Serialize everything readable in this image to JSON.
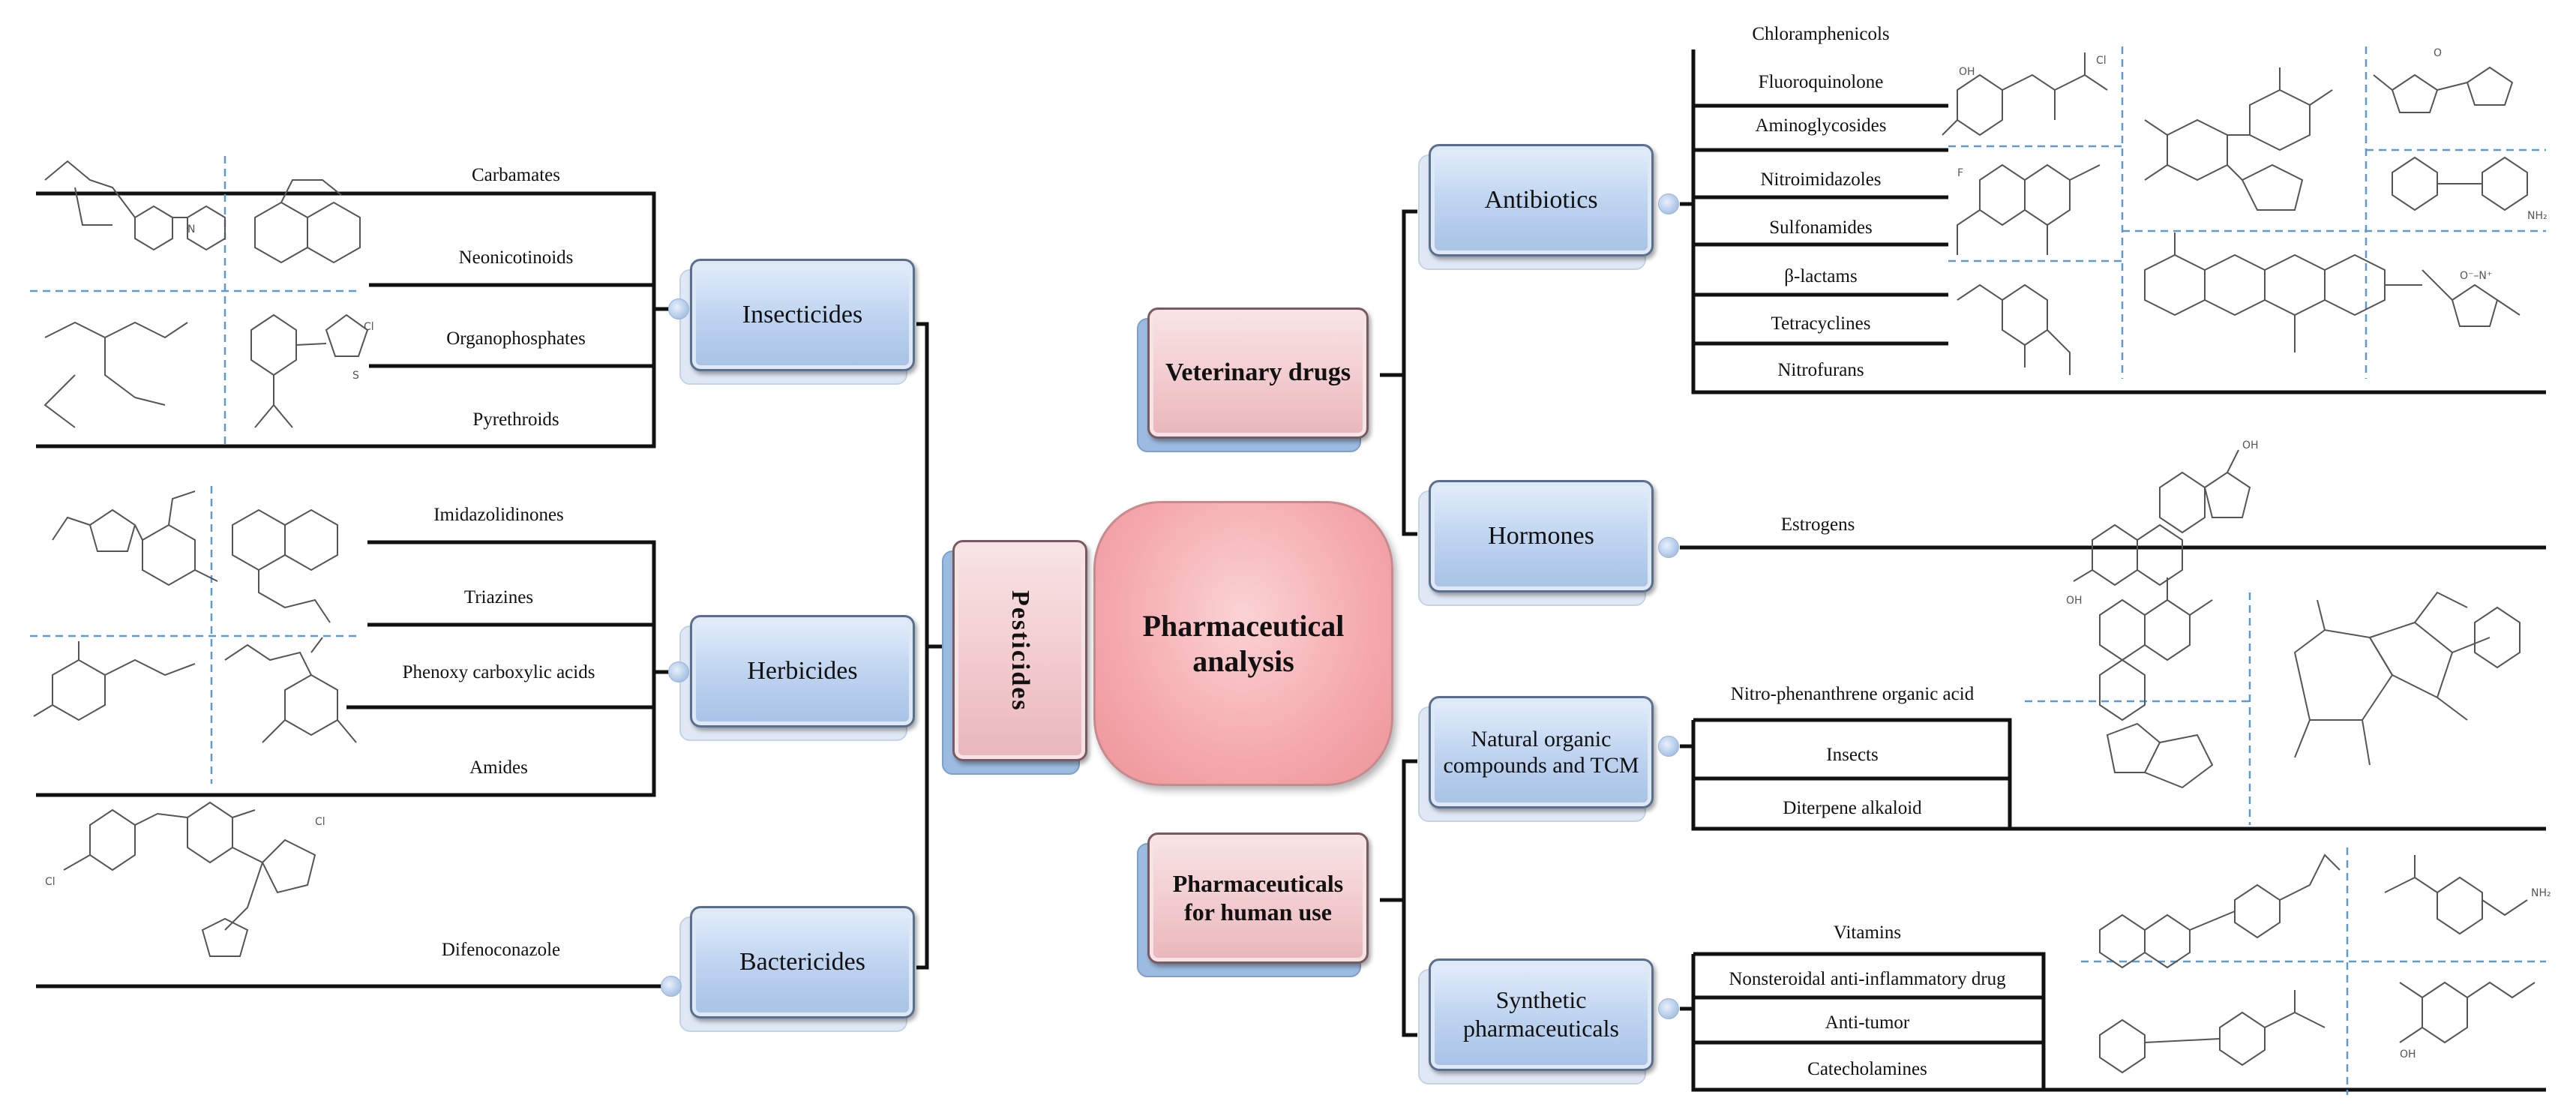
{
  "center": "Pharmaceutical analysis",
  "branches": {
    "pesticides": "Pesticides",
    "veterinary": "Veterinary drugs",
    "human": "Pharmaceuticals for human use"
  },
  "categories": {
    "insecticides": "Insecticides",
    "herbicides": "Herbicides",
    "bactericides": "Bactericides",
    "antibiotics": "Antibiotics",
    "hormones": "Hormones",
    "natural": "Natural organic compounds and TCM",
    "synthetic": "Synthetic pharmaceuticals"
  },
  "insecticide_classes": [
    "Carbamates",
    "Neonicotinoids",
    "Organophosphates",
    "Pyrethroids"
  ],
  "herbicide_classes": [
    "Imidazolidinones",
    "Triazines",
    "Phenoxy carboxylic acids",
    "Amides"
  ],
  "bactericide_classes": [
    "Difenoconazole"
  ],
  "antibiotic_classes": [
    "Chloramphenicols",
    "Fluoroquinolone",
    "Aminoglycosides",
    "Nitroimidazoles",
    "Sulfonamides",
    "β-lactams",
    "Tetracyclines",
    "Nitrofurans"
  ],
  "hormone_classes": [
    "Estrogens"
  ],
  "natural_classes": [
    "Nitro-phenanthrene organic acid",
    "Insects",
    "Diterpene alkaloid"
  ],
  "synthetic_classes": [
    "Vitamins",
    "Nonsteroidal anti-inflammatory drug",
    "Anti-tumor",
    "Catecholamines"
  ],
  "structure_labels": {
    "nh2": "NH₂",
    "oh": "OH",
    "cl": "Cl",
    "f": "F",
    "n": "N",
    "o": "O",
    "s": "S",
    "nitro": "O⁻–N⁺"
  },
  "colors": {
    "blue_box": "#bcd2ef",
    "pink_box": "#f1c9cc",
    "center_fill": "#f4a9ad",
    "dash": "#5b9bd5",
    "line": "#111111"
  }
}
